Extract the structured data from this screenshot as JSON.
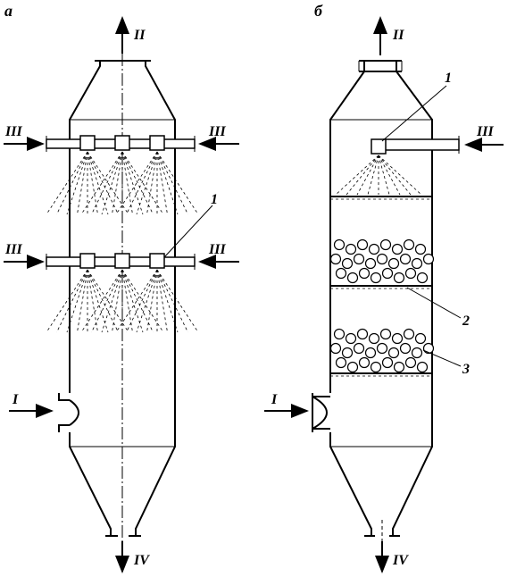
{
  "panels": {
    "a": {
      "letter": "а"
    },
    "b": {
      "letter": "б"
    }
  },
  "flows": {
    "gas_in": "I",
    "gas_out": "II",
    "liquid_in": "III",
    "liquid_out": "IV"
  },
  "callouts": {
    "nozzle": "1",
    "grid": "2",
    "packing": "3"
  },
  "colors": {
    "ink": "#000000",
    "background": "#ffffff"
  }
}
